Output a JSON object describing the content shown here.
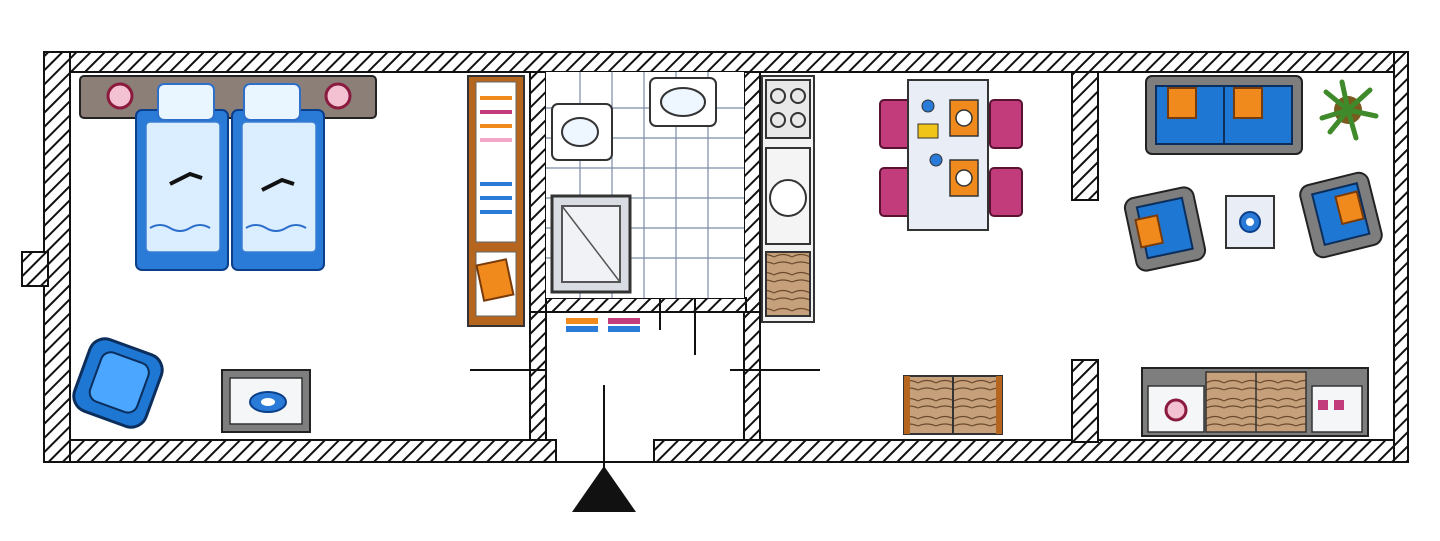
{
  "colors": {
    "wall_hatch": "#111111",
    "bedding_blue": "#2a7ad8",
    "light_blue": "#dbeeff",
    "orange": "#f08a1c",
    "pink_chairs": "#c23b7a",
    "wood": "#b5651d",
    "tile_grid": "#7b8da6"
  },
  "rooms": [
    {
      "name": "bedroom",
      "furniture": [
        "twin-beds",
        "nightstands",
        "armchair",
        "side-table",
        "wardrobe"
      ]
    },
    {
      "name": "bathroom",
      "furniture": [
        "toilet",
        "sink",
        "shower",
        "towel-rack"
      ]
    },
    {
      "name": "kitchen-strip",
      "furniture": [
        "cooktop",
        "washing-machine",
        "counter"
      ]
    },
    {
      "name": "dining",
      "furniture": [
        "dining-table",
        "chairs",
        "sideboard"
      ]
    },
    {
      "name": "living",
      "furniture": [
        "sofa",
        "armchairs",
        "coffee-table",
        "plant",
        "tv-unit"
      ]
    }
  ],
  "entrance_marker": "triangle-up"
}
